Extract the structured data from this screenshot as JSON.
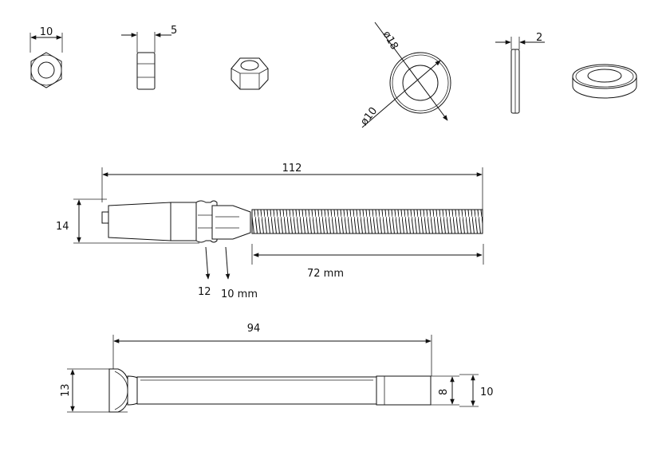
{
  "dimensions": {
    "nut_width": "10",
    "nut_thickness": "5",
    "washer_outer": "ø18",
    "washer_inner": "ø10",
    "washer_thickness": "2",
    "rod_length": "112",
    "rod_height": "14",
    "hex_12": "12",
    "hex_10": "10 mm",
    "thread_length": "72 mm",
    "bolt_length": "94",
    "bolt_head": "13",
    "bolt_end_inner": "8",
    "bolt_end_outer": "10"
  },
  "colors": {
    "line": "#111111",
    "background": "#ffffff"
  }
}
